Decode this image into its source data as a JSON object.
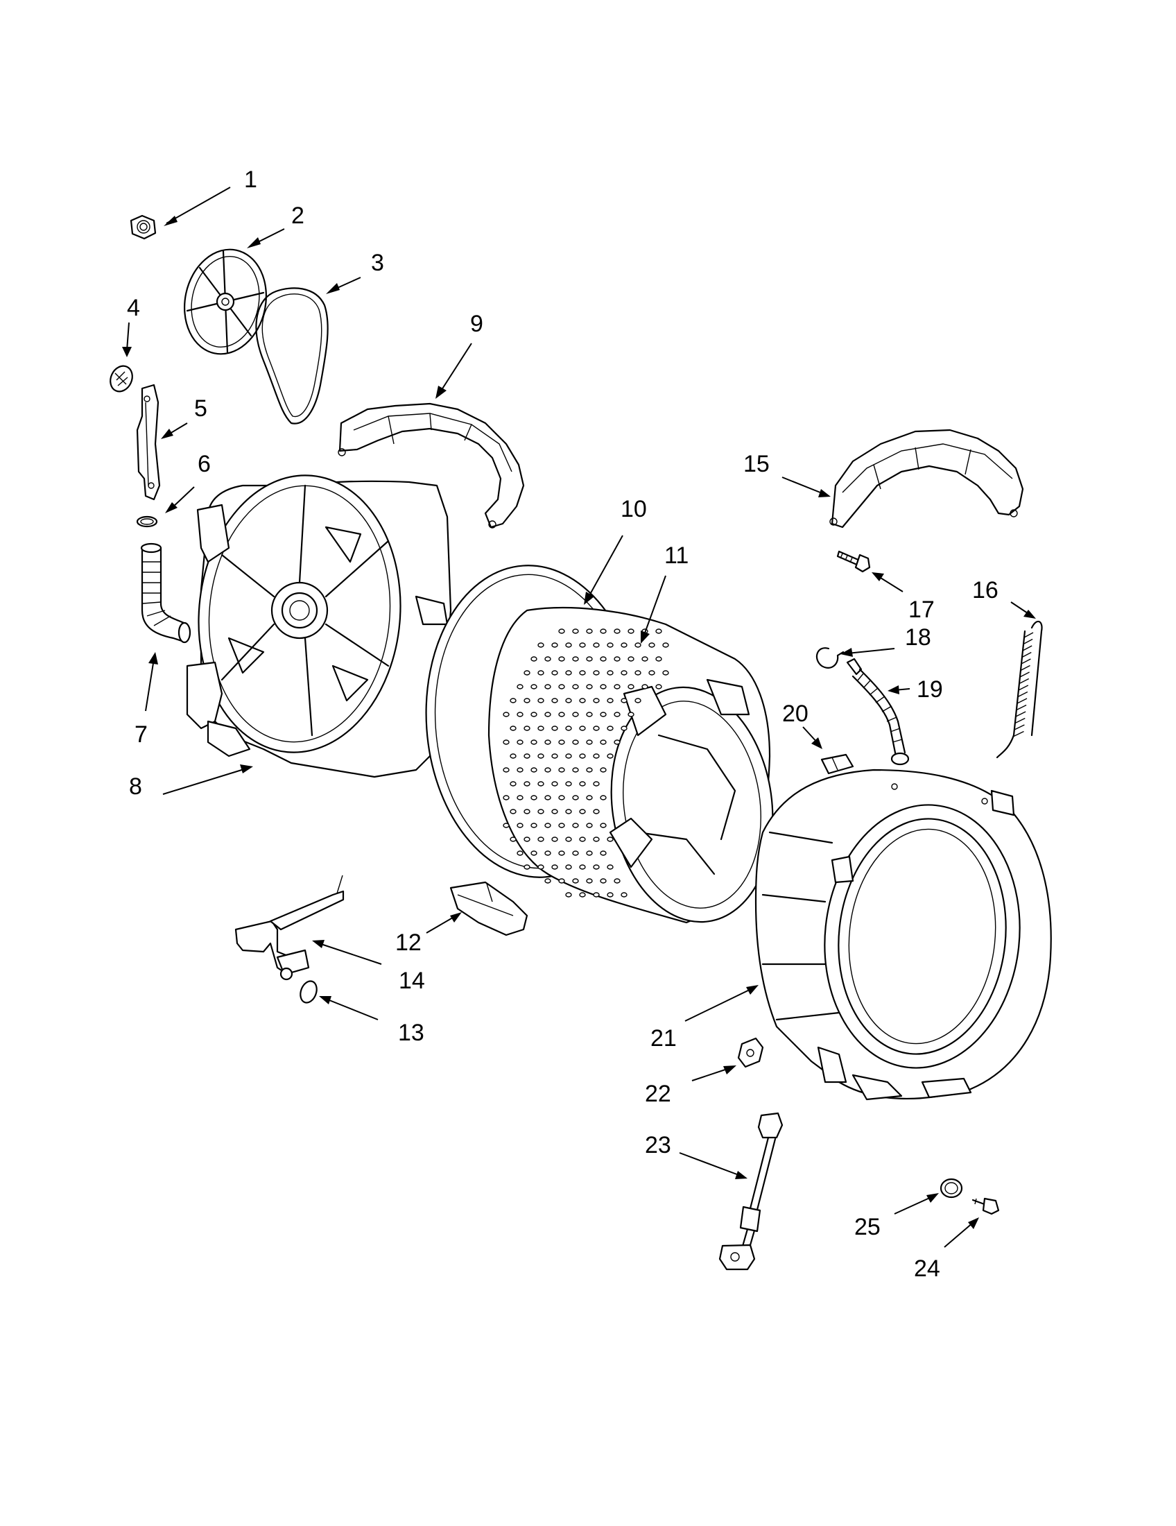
{
  "callouts": [
    {
      "num": "1",
      "part": "nut"
    },
    {
      "num": "2",
      "part": "pulley"
    },
    {
      "num": "3",
      "part": "belt"
    },
    {
      "num": "4",
      "part": "vent-cap"
    },
    {
      "num": "5",
      "part": "bracket"
    },
    {
      "num": "6",
      "part": "clamp"
    },
    {
      "num": "7",
      "part": "hose"
    },
    {
      "num": "8",
      "part": "rear-tub"
    },
    {
      "num": "9",
      "part": "rear-weight"
    },
    {
      "num": "10",
      "part": "tub-seal"
    },
    {
      "num": "11",
      "part": "basket"
    },
    {
      "num": "12",
      "part": "baffle"
    },
    {
      "num": "13",
      "part": "o-ring"
    },
    {
      "num": "14",
      "part": "heater"
    },
    {
      "num": "15",
      "part": "front-weight"
    },
    {
      "num": "16",
      "part": "spring"
    },
    {
      "num": "17",
      "part": "screw"
    },
    {
      "num": "18",
      "part": "hose-clamp"
    },
    {
      "num": "19",
      "part": "vent-hose"
    },
    {
      "num": "20",
      "part": "clip"
    },
    {
      "num": "21",
      "part": "front-tub"
    },
    {
      "num": "22",
      "part": "clip-small"
    },
    {
      "num": "23",
      "part": "damper"
    },
    {
      "num": "24",
      "part": "pin"
    },
    {
      "num": "25",
      "part": "grommet"
    }
  ]
}
